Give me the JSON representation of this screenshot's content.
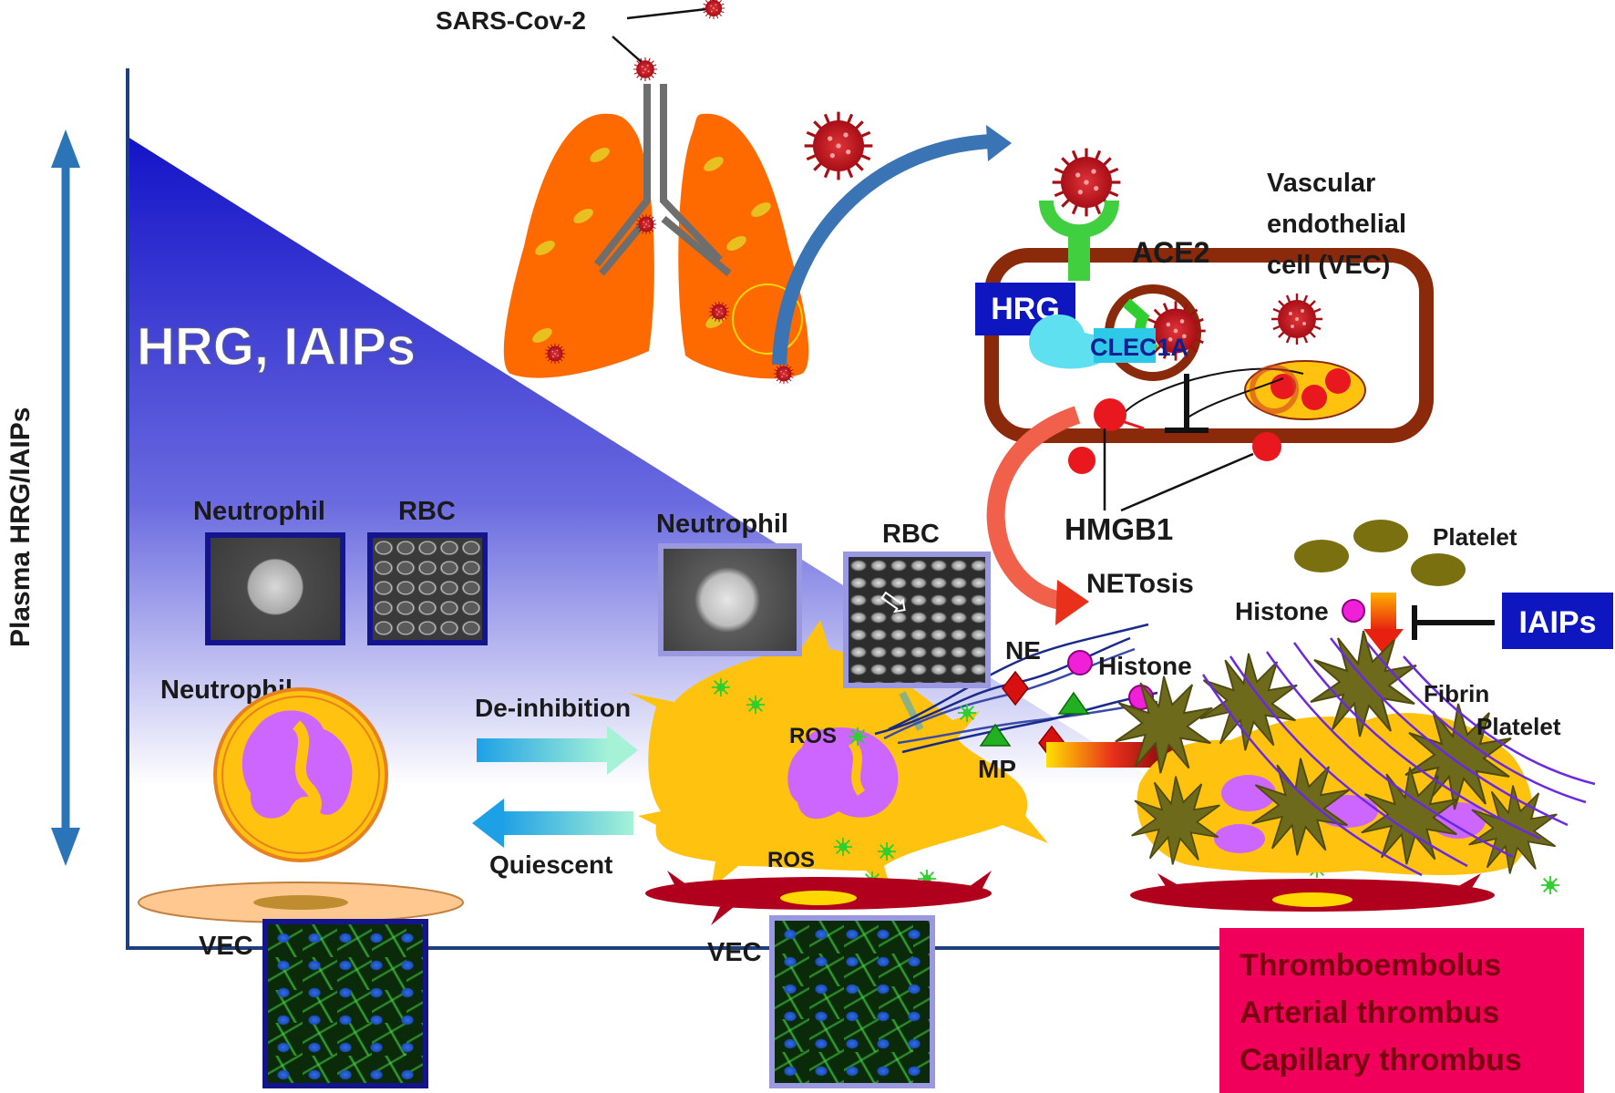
{
  "figure": {
    "y_axis_label": "Plasma HRG/IAIPs",
    "gradient_label": "HRG, IAIPs",
    "virus_label": "SARS-Cov-2",
    "vec_title_line1": "Vascular",
    "vec_title_line2": "endothelial",
    "vec_title_line3": "cell (VEC)",
    "ace2": "ACE2",
    "hrg_box": "HRG",
    "clec1a": "CLEC1A",
    "hmgb1": "HMGB1",
    "netosis": "NETosis",
    "platelet_top": "Platelet",
    "histone_left": "Histone",
    "iaips_box": "IAIPs",
    "ne": "NE",
    "histone_right": "Histone",
    "mp": "MP",
    "fibrin": "Fibrin",
    "platelet_right": "Platelet",
    "left_panel": {
      "neutrophil_img_label": "Neutrophil",
      "rbc_img_label": "RBC",
      "neutrophil_cell_label": "Neutrophil",
      "vec_label": "VEC"
    },
    "middle_panel": {
      "neutrophil_img_label": "Neutrophil",
      "rbc_img_label": "RBC",
      "ros_top": "ROS",
      "ros_bottom": "ROS",
      "vec_label": "VEC"
    },
    "arrows": {
      "deinhibition": "De-inhibition",
      "quiescent": "Quiescent"
    },
    "outcome_box": {
      "line1": "Thromboembolus",
      "line2": "Arterial thrombus",
      "line3": "Capillary thrombus",
      "background": "#f0005a",
      "text_color": "#7a0010"
    },
    "colors": {
      "gradient_blue": "#1414c8",
      "lung_orange": "#ff6a00",
      "neutrophil_yellow": "#ffc20e",
      "nucleus_purple": "#cc66ff",
      "vec_wall_brown": "#8b2a0a",
      "virus_red": "#c0161e",
      "label_box_blue": "#0e16c0"
    }
  }
}
